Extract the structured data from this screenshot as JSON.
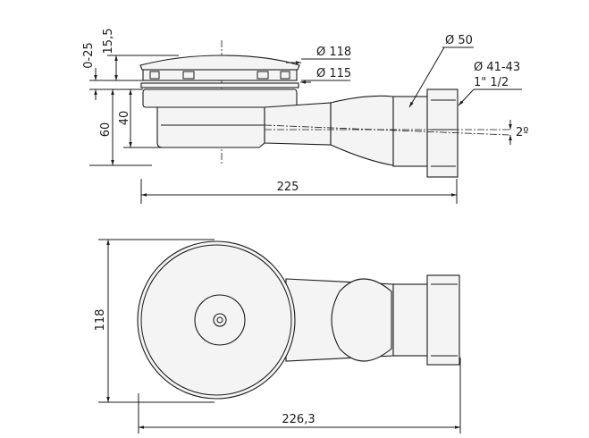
{
  "side_view": {
    "dim_width": "225",
    "dim_adjust": "0-25",
    "dim_cap_height": "15,5",
    "dim_total_height": "60",
    "dim_body_height": "40",
    "dia_cap": "Ø 118",
    "dia_flange": "Ø 115",
    "dia_pipe": "Ø 50",
    "dia_outlet": "Ø 41-43",
    "thread": "1\" 1/2",
    "slope": "2º"
  },
  "top_view": {
    "dim_diameter": "118",
    "dim_length": "226,3"
  }
}
